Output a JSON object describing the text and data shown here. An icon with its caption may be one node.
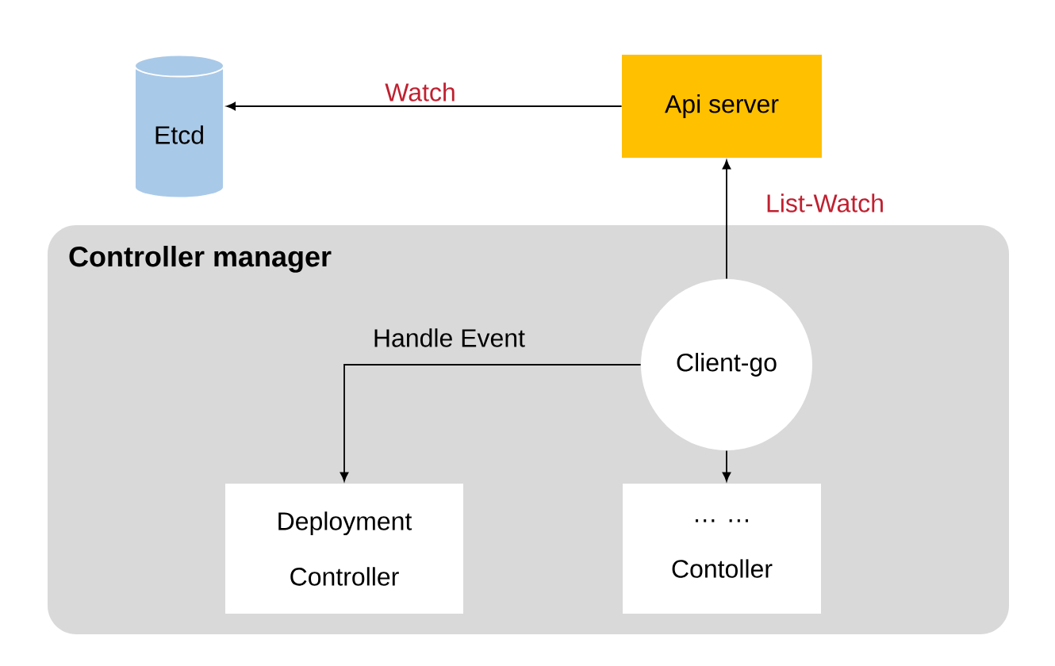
{
  "diagram": {
    "nodes": [
      {
        "text": [
          "Etcd"
        ]
      },
      {
        "text": [
          "Api server"
        ]
      },
      {
        "text": [
          "Controller manager"
        ]
      },
      {
        "text": [
          "Client-go"
        ],
        "in": 2
      },
      {
        "text": [
          "Deployment Controller"
        ],
        "in": 2
      },
      {
        "text": [
          "… … Contoller"
        ],
        "in": 2
      }
    ],
    "edges": [
      {
        "from": 1,
        "to": 0,
        "arrow": "to",
        "label": "Watch"
      },
      {
        "from": 3,
        "to": 1,
        "arrow": "to",
        "label": "List-Watch"
      },
      {
        "from": 3,
        "to": 4,
        "arrow": "to",
        "label": "Handle Event"
      },
      {
        "from": 3,
        "to": 5,
        "arrow": "to"
      }
    ]
  }
}
